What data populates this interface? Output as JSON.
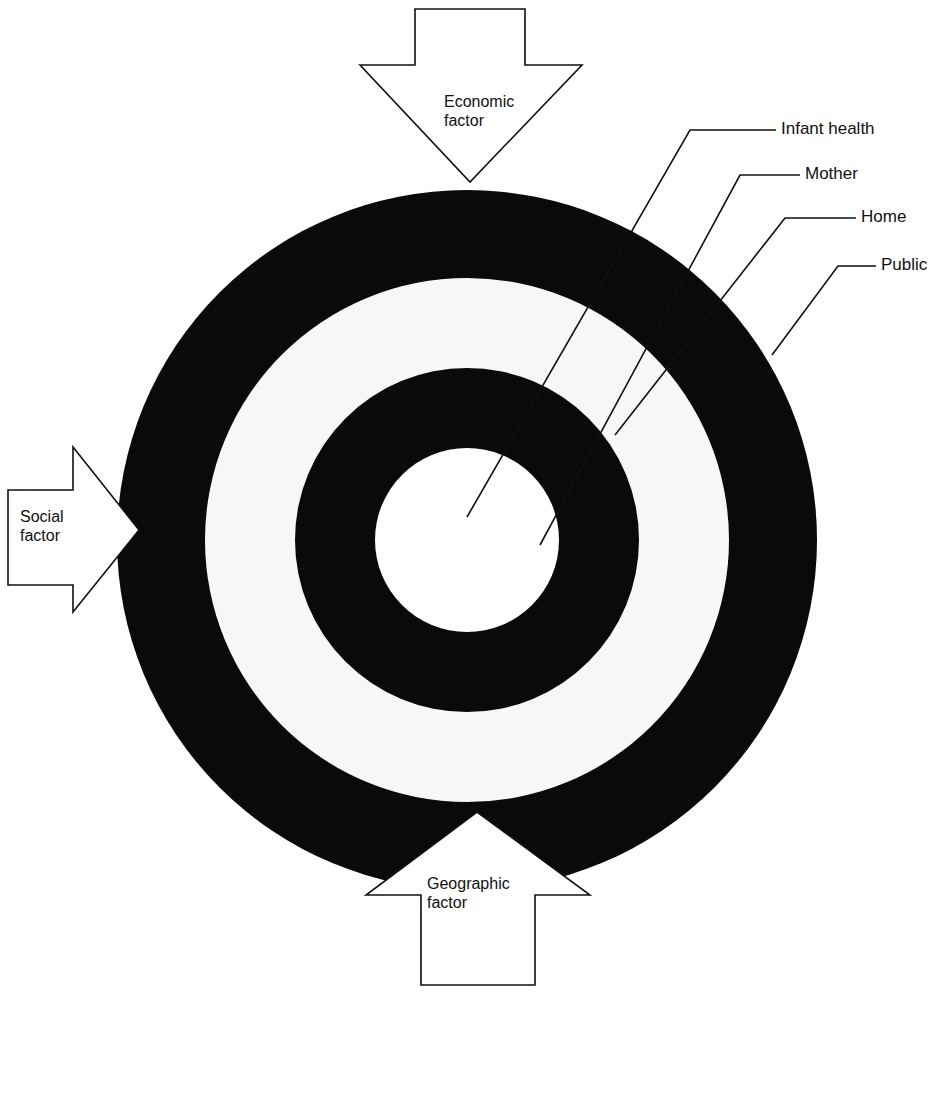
{
  "diagram": {
    "nodes": [
      {
        "text": [
          "Economic factor"
        ]
      },
      {
        "text": [
          "Social factor"
        ]
      },
      {
        "text": [
          "Geographic factor"
        ]
      }
    ],
    "labels": [
      "Infant health",
      "Mother",
      "Home",
      "Public"
    ]
  }
}
